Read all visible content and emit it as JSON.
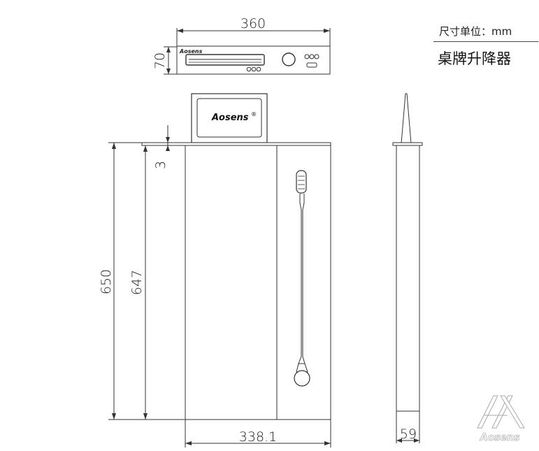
{
  "title": {
    "unit_label": "尺寸单位：mm",
    "product_name": "桌牌升降器"
  },
  "brand": {
    "small_logo": "Aosens",
    "screen_logo": "Aosens",
    "registered_mark": "®",
    "watermark": "Aosens"
  },
  "dimensions": {
    "top_width": "360",
    "top_height": "70",
    "panel_gap": "3",
    "total_height": "650",
    "body_height": "647",
    "body_width": "338.1",
    "side_width": "59"
  }
}
